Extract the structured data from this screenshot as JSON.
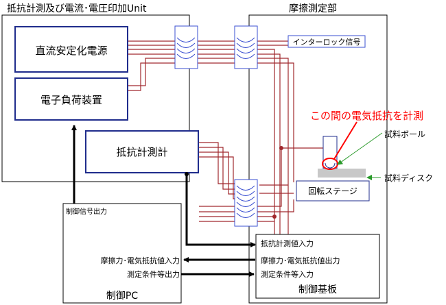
{
  "unit_left": {
    "title": "抵抗計測及び電流･電圧印加Unit"
  },
  "unit_right": {
    "title": "摩擦測定部"
  },
  "power_supply": {
    "label": "直流安定化電源"
  },
  "load": {
    "label": "電子負荷装置"
  },
  "ohmmeter": {
    "label": "抵抗計測計"
  },
  "interlock": {
    "label": "インターロック信号"
  },
  "annotation": {
    "text": "この間の電気抵抗を計測"
  },
  "ball": {
    "label": "試料ボール"
  },
  "disk": {
    "label": "試料ディスク"
  },
  "stage": {
    "label": "回転ステージ"
  },
  "pc": {
    "title": "制御PC",
    "signal_out": "制御信号出力",
    "friction_in": "摩擦力･電気抵抗値入力",
    "condition_out": "測定条件等出力"
  },
  "board": {
    "title": "制御基板",
    "ohm_in": "抵抗計測値入力",
    "friction_out": "摩擦力･電気抵抗値出力",
    "condition_in": "測定条件等入力"
  },
  "colors": {
    "wire": "#a0282d",
    "box": "#1f2c8c",
    "ann": "#ff0000",
    "arrow_green": "#2a9a2a"
  }
}
